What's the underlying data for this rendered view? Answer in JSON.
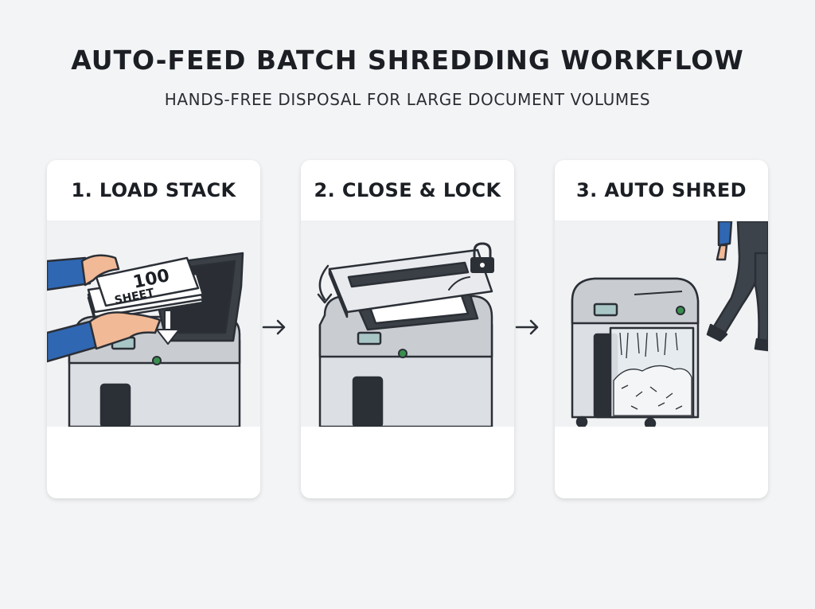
{
  "header": {
    "title": "AUTO-FEED BATCH SHREDDING WORKFLOW",
    "subtitle": "HANDS-FREE DISPOSAL FOR LARGE DOCUMENT VOLUMES"
  },
  "steps": [
    {
      "label": "1. LOAD STACK",
      "stack_number": "100",
      "stack_word": "SHEET"
    },
    {
      "label": "2. CLOSE & LOCK"
    },
    {
      "label": "3. AUTO SHRED"
    }
  ],
  "icons": [
    "arrow-right-icon",
    "lock-icon",
    "rotate-arrow-icon",
    "arrow-down-icon"
  ],
  "colors": {
    "background": "#f3f4f6",
    "card": "#ffffff",
    "text": "#1b1f24",
    "sleeve_blue": "#2f67b3",
    "skin": "#f2b996",
    "machine_gray": "#dcdfe3",
    "status_green": "#3a8f4f",
    "display_teal": "#a9c6c6"
  }
}
